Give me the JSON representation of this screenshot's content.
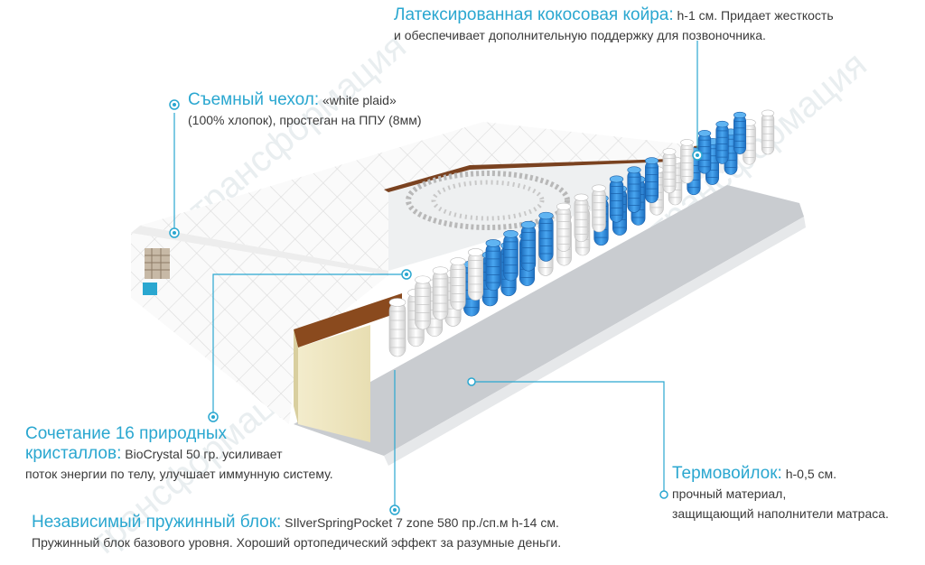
{
  "watermark": {
    "text": "трансформация"
  },
  "callouts": {
    "coconut": {
      "title": "Латексированная кокосовая койра:",
      "line1": "h-1 см. Придает жесткость",
      "line2": "и обеспечивает дополнительную поддержку для позвоночника."
    },
    "cover": {
      "title": "Съемный чехол:",
      "line1": "«white plaid»",
      "line2": "(100% хлопок), простеган на ППУ (8мм)"
    },
    "crystals": {
      "title1": "Сочетание 16 природных",
      "title2": "кристаллов:",
      "line1": "BioCrystal 50 гр. усиливает",
      "line2": "поток энергии по телу, улучшает иммунную систему."
    },
    "felt": {
      "title": "Термовойлок:",
      "line1": "h-0,5 см.",
      "line2": "прочный материал,",
      "line3": "защищающий наполнители матраса."
    },
    "springs": {
      "title": "Независимый пружинный блок:",
      "line1": "SIlverSpringPocket 7 zone 580 пр./сп.м h-14 см.",
      "line2": "Пружинный блок базового уровня. Хороший ортопедический эффект за разумные деньги."
    }
  },
  "colors": {
    "accent": "#2aa7d0",
    "coir": "#8a4a1e",
    "spring_blue": "#2c8ee0",
    "spring_white": "#f4f4f4",
    "felt": "#c9ccd0"
  }
}
